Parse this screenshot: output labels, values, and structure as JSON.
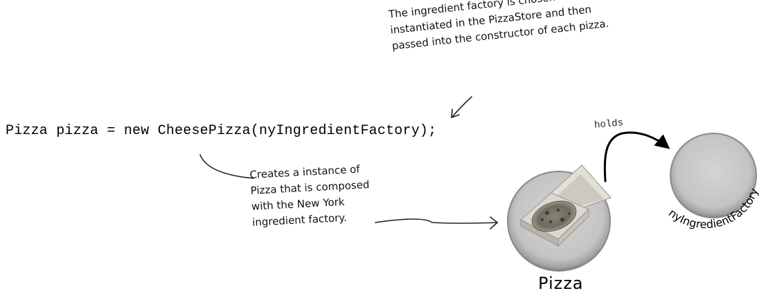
{
  "code": {
    "statement": "Pizza pizza = new CheesePizza(nyIngredientFactory);"
  },
  "annotations": {
    "top_note": {
      "lines": [
        "The ingredient factory is chosen and",
        "instantiated in the PizzaStore and then",
        "passed into the constructor of each pizza."
      ]
    },
    "middle_note": {
      "lines": [
        "Creates a instance of",
        "Pizza that is composed",
        "with the New York",
        "ingredient factory."
      ]
    }
  },
  "diagram": {
    "relation_label": "holds",
    "pizza_object_label": "Pizza",
    "factory_object_label": "nyIngredientFactory"
  },
  "colors": {
    "ink": "#111111",
    "object_fill": "#c9c9c9",
    "object_rim": "#8f8f8f",
    "box": "#d9d5cf"
  }
}
